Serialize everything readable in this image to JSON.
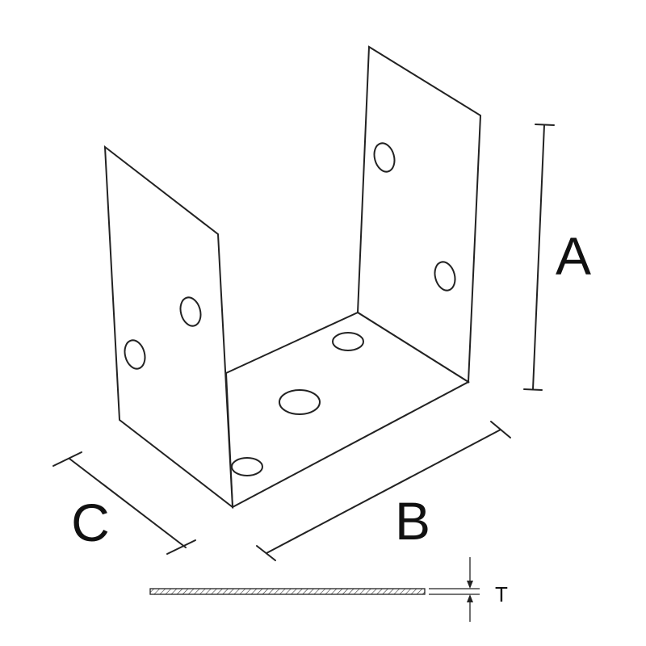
{
  "dimensions": {
    "height_label": "A",
    "width_label": "B",
    "depth_label": "C",
    "thickness_label": "T"
  },
  "colors": {
    "line": "#222222",
    "background": "#ffffff"
  }
}
